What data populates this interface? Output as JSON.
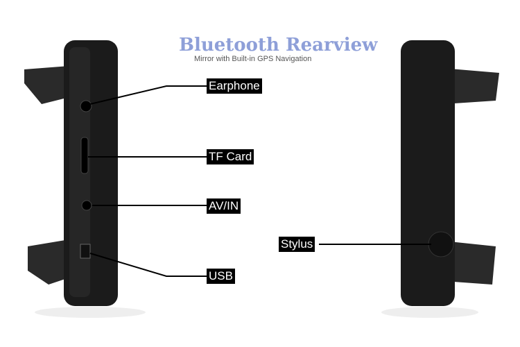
{
  "title": "Bluetooth Rearview",
  "subtitle": "Mirror with Built-in GPS Navigation",
  "labels": {
    "earphone": "Earphone",
    "tf_card": "TF Card",
    "av_in": "AV/IN",
    "usb": "USB",
    "stylus": "Stylus"
  }
}
